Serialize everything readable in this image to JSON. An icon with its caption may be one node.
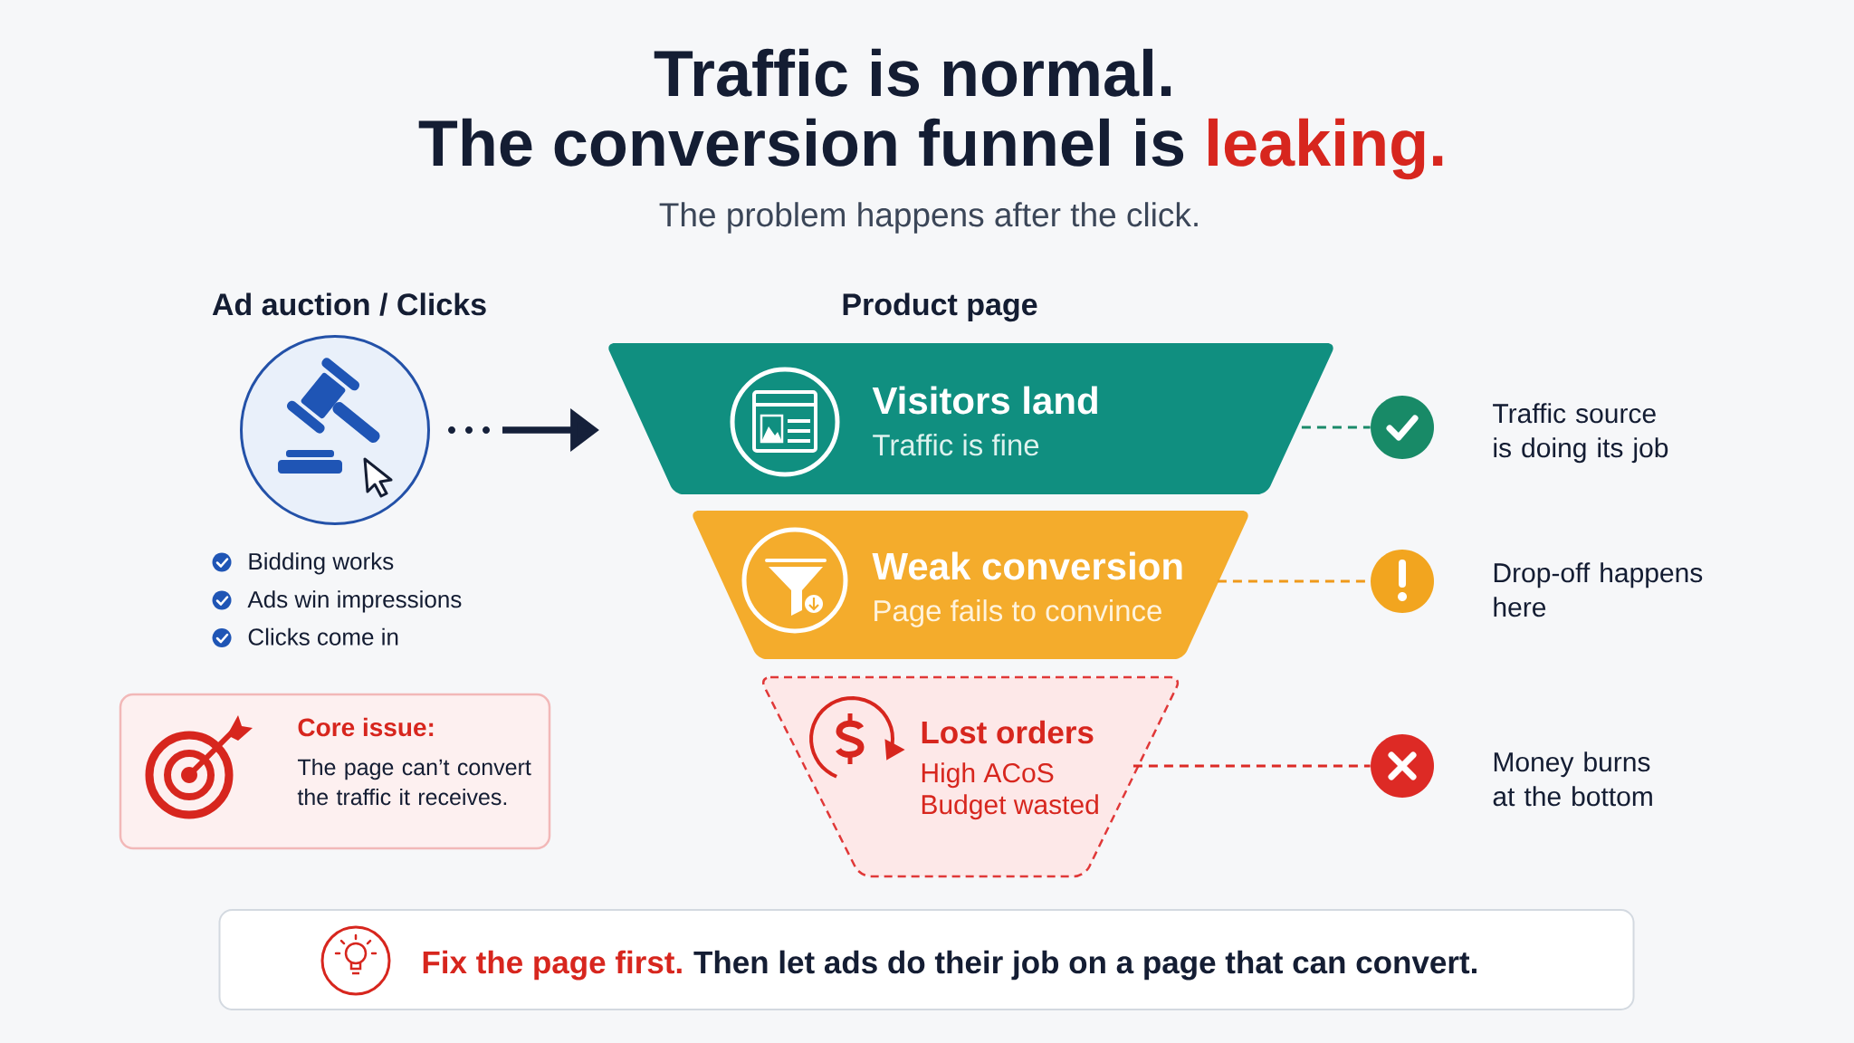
{
  "diagram": {
    "title": "Traffic is normal. The conversion funnel is **leaking.**",
    "nodes": [
      {
        "text": [
          "Ad auction / Clicks"
        ]
      },
      {
        "text": [
          "Visitors land",
          "Traffic is fine"
        ],
        "beside": [
          "Product page"
        ]
      },
      {
        "text": [
          "Weak conversion",
          "Page fails to convince"
        ]
      },
      {
        "text": [
          "Lost orders",
          "High ACoS",
          "Budget wasted"
        ]
      },
      {
        "text": [],
        "shape": "circle",
        "beside": [
          "Traffic source is doing its job"
        ]
      },
      {
        "text": [],
        "shape": "circle",
        "beside": [
          "Drop-off happens here"
        ]
      },
      {
        "text": [],
        "shape": "circle",
        "beside": [
          "Money burns at the bottom"
        ]
      },
      {
        "text": [
          "Core issue:",
          "The page can’t convert the traffic it receives."
        ]
      },
      {
        "text": [
          "Fix the page first.",
          "Then let ads do their job on a page that can convert."
        ]
      }
    ],
    "edges": [
      {
        "from": 0,
        "to": 1,
        "arrow": "to",
        "style": "thick",
        "color": "#15203a"
      },
      {
        "from": 1,
        "to": 4,
        "arrow": "none",
        "style": "dashed",
        "color": "#1a8a6a"
      },
      {
        "from": 2,
        "to": 5,
        "arrow": "none",
        "style": "dashed",
        "color": "#ef9a1a"
      },
      {
        "from": 3,
        "to": 6,
        "arrow": "none",
        "style": "dashed",
        "color": "#dc2b26"
      }
    ],
    "labels": [
      "The problem happens after the click.",
      "Bidding works",
      "Ads win impressions",
      "Clicks come in"
    ]
  }
}
